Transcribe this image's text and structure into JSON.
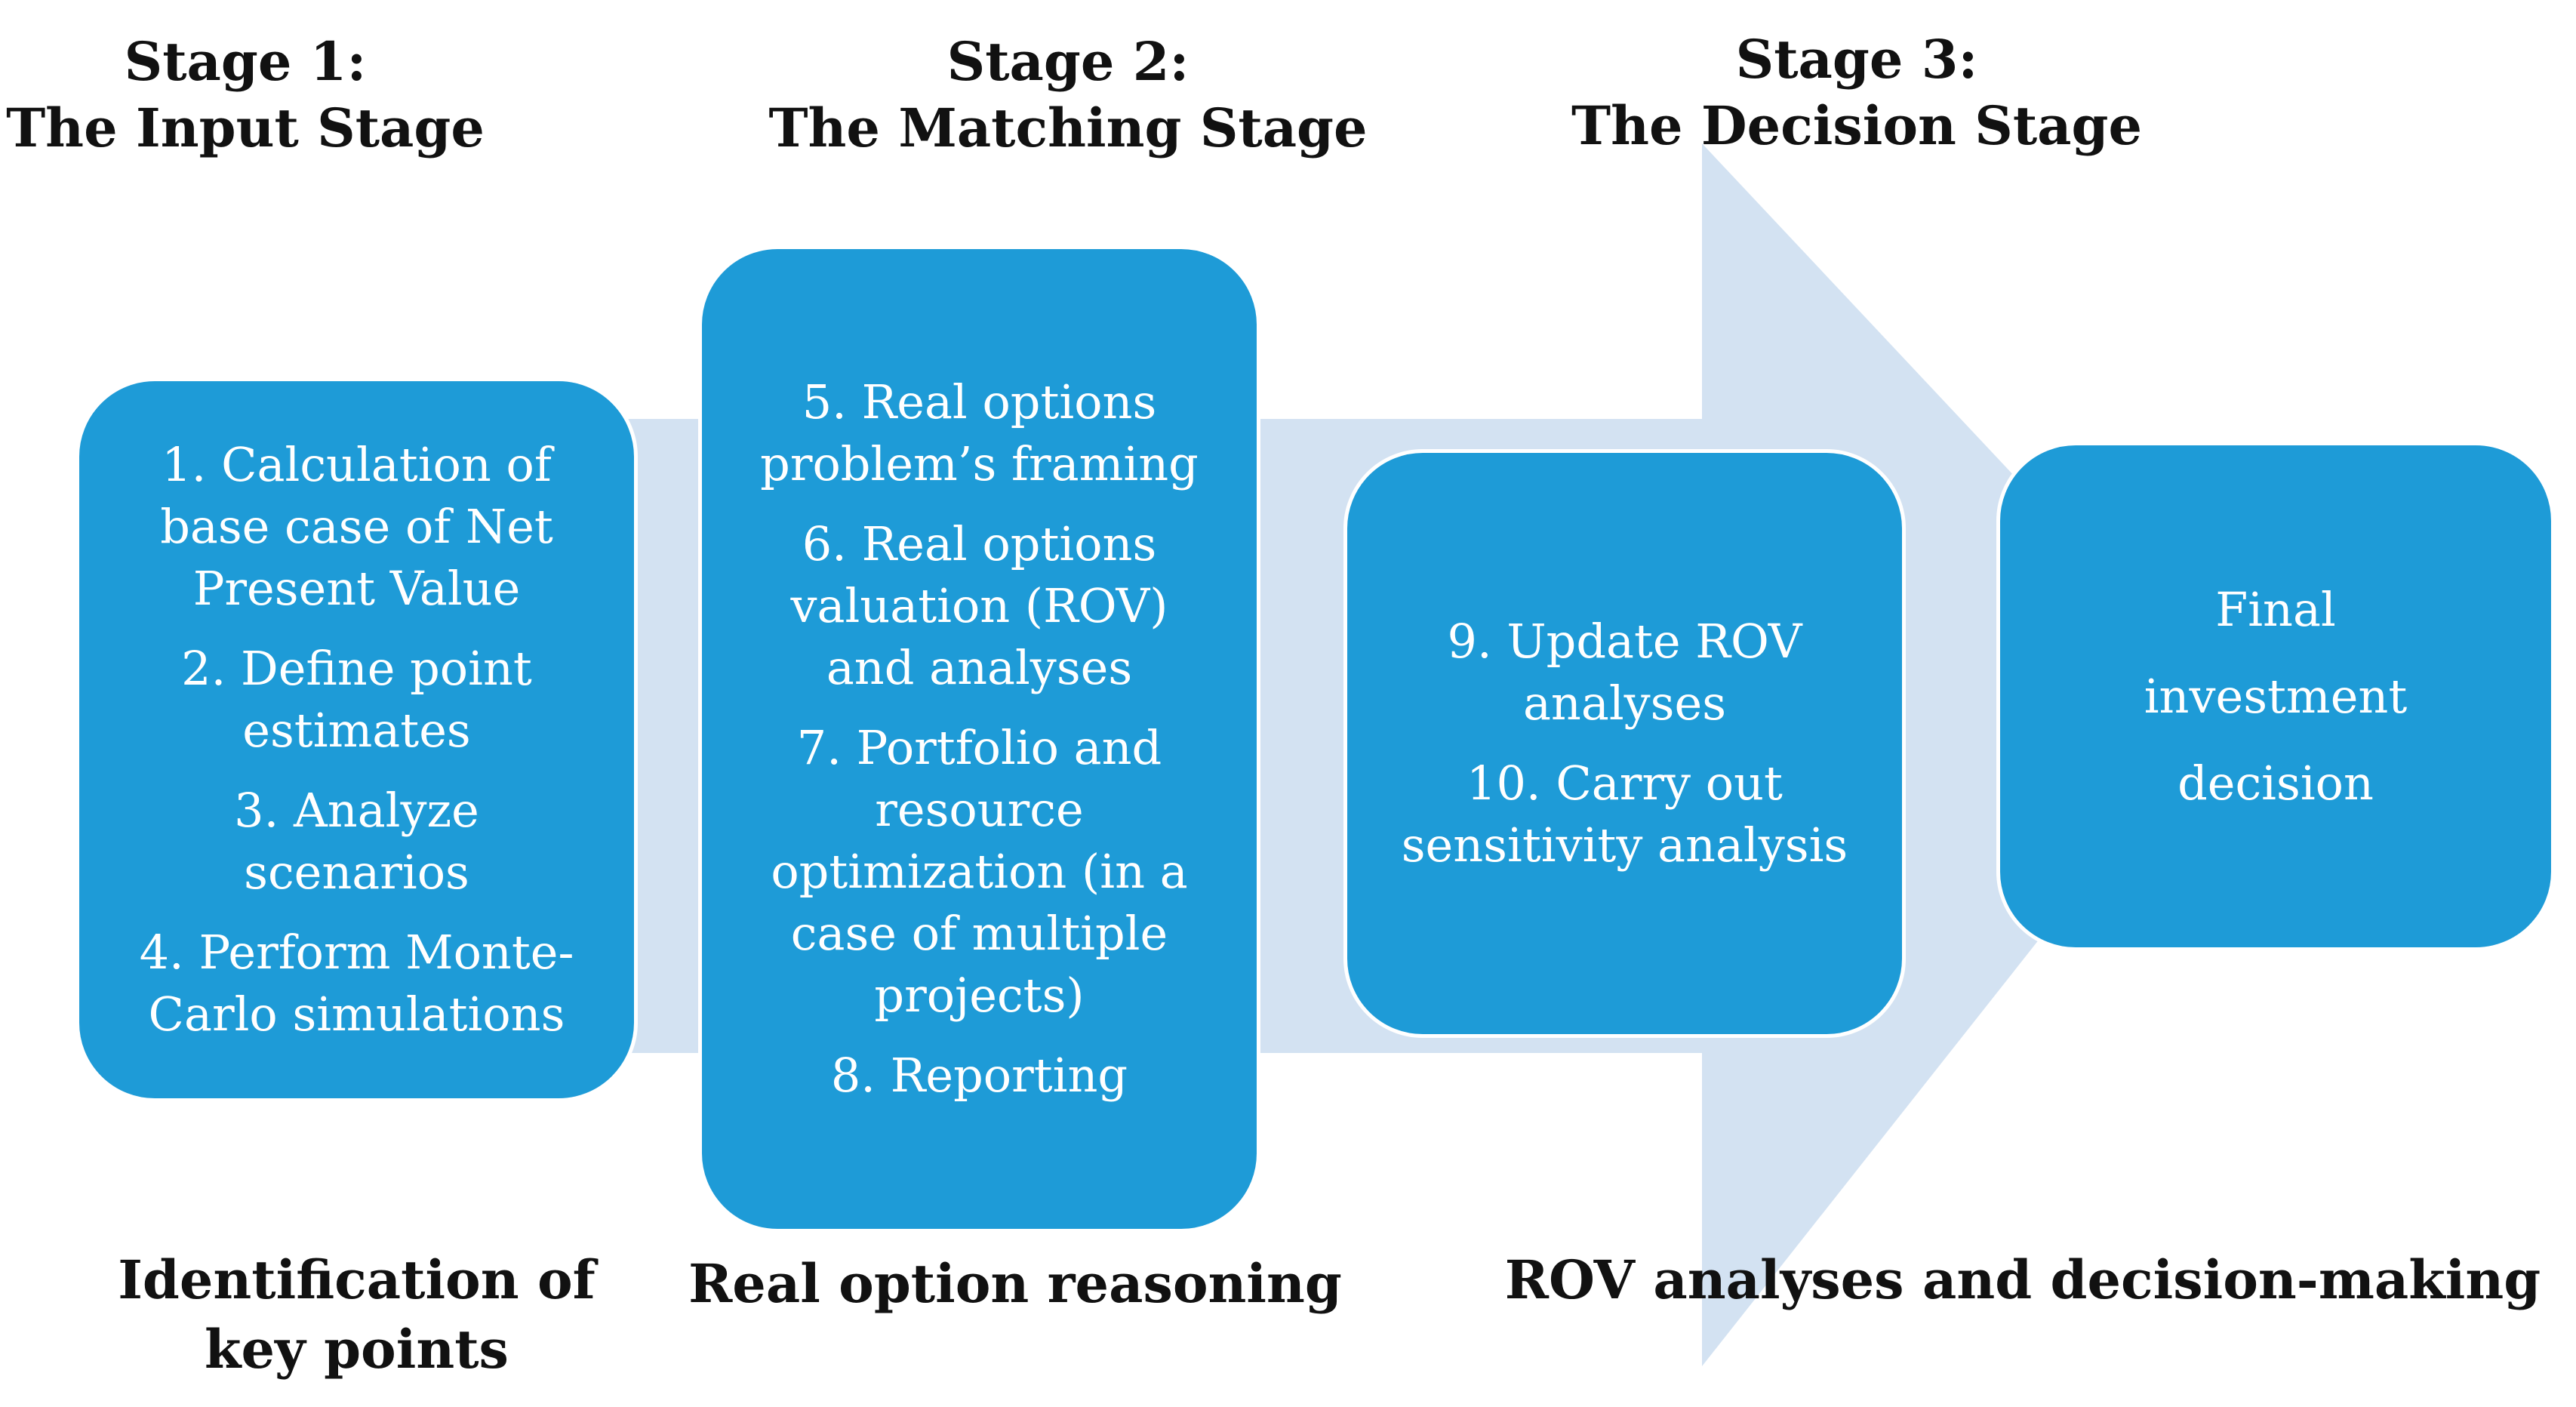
{
  "colors": {
    "arrow": "#d3e2f2",
    "box": "#1e9bd7",
    "box_text": "#ffffff",
    "title_text": "#111111"
  },
  "stages": [
    {
      "title_line1": "Stage 1:",
      "title_line2": "The Input Stage",
      "items": [
        "1. Calculation of\nbase case of Net\nPresent Value",
        "2. Define point\nestimates",
        "3. Analyze\nscenarios",
        "4. Perform Monte-\nCarlo simulations"
      ],
      "caption": "Identification of\nkey points"
    },
    {
      "title_line1": "Stage 2:",
      "title_line2": "The Matching Stage",
      "items": [
        "5. Real options\nproblem’s framing",
        "6. Real options\nvaluation (ROV)\nand analyses",
        "7. Portfolio and\nresource\noptimization (in a\ncase of multiple\nprojects)",
        "8. Reporting"
      ],
      "caption": "Real option reasoning"
    },
    {
      "title_line1": "Stage 3:",
      "title_line2": "The Decision Stage",
      "items": [
        "9. Update ROV\nanalyses",
        "10. Carry out\nsensitivity analysis"
      ],
      "caption": "ROV analyses and decision-making"
    }
  ],
  "final": {
    "items": [
      "Final",
      "investment",
      "decision"
    ]
  }
}
